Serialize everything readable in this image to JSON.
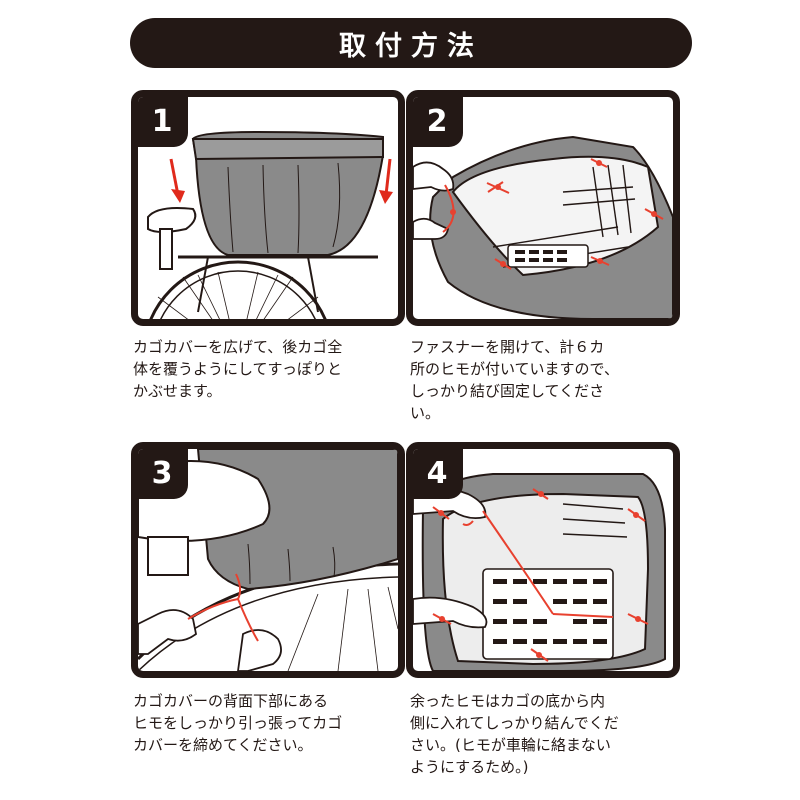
{
  "title": "取付方法",
  "colors": {
    "dark": "#231815",
    "cover": "#8a8a8a",
    "string": "#e8412f",
    "arrow": "#e02a1c"
  },
  "steps": [
    {
      "number": "1",
      "caption": "カゴカバーを広げて、後カゴ全\n体を覆うようにしてすっぽりと\nかぶせます。"
    },
    {
      "number": "2",
      "caption": "ファスナーを開けて、計６カ\n所のヒモが付いていますので、\nしっかり結び固定してくださ\nい。"
    },
    {
      "number": "3",
      "caption": "カゴカバーの背面下部にある\nヒモをしっかり引っ張ってカゴ\nカバーを締めてください。"
    },
    {
      "number": "4",
      "caption": "余ったヒモはカゴの底から内\n側に入れてしっかり結んでくだ\nさい。(ヒモが車輪に絡まない\nようにするため。)"
    }
  ]
}
